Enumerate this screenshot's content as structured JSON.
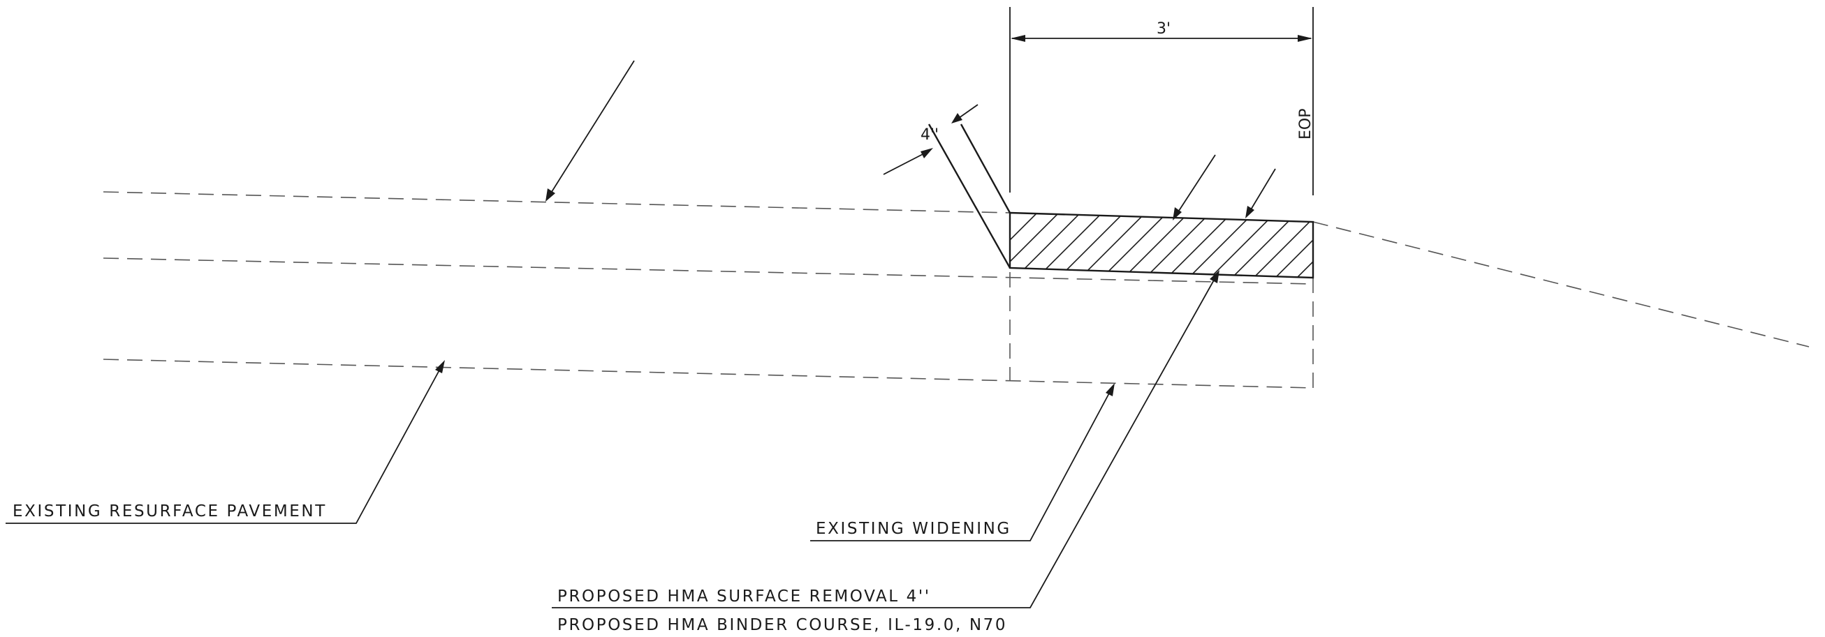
{
  "dimensions": {
    "width_3ft": "3'",
    "thickness_4in": "4''",
    "edge_of_pavement": "EOP"
  },
  "labels": {
    "existing_resurface": "EXISTING RESURFACE PAVEMENT",
    "existing_widening": "EXISTING WIDENING",
    "proposed_removal": "PROPOSED HMA SURFACE REMOVAL 4''",
    "proposed_binder": "PROPOSED HMA BINDER COURSE, IL-19.0, N70"
  }
}
